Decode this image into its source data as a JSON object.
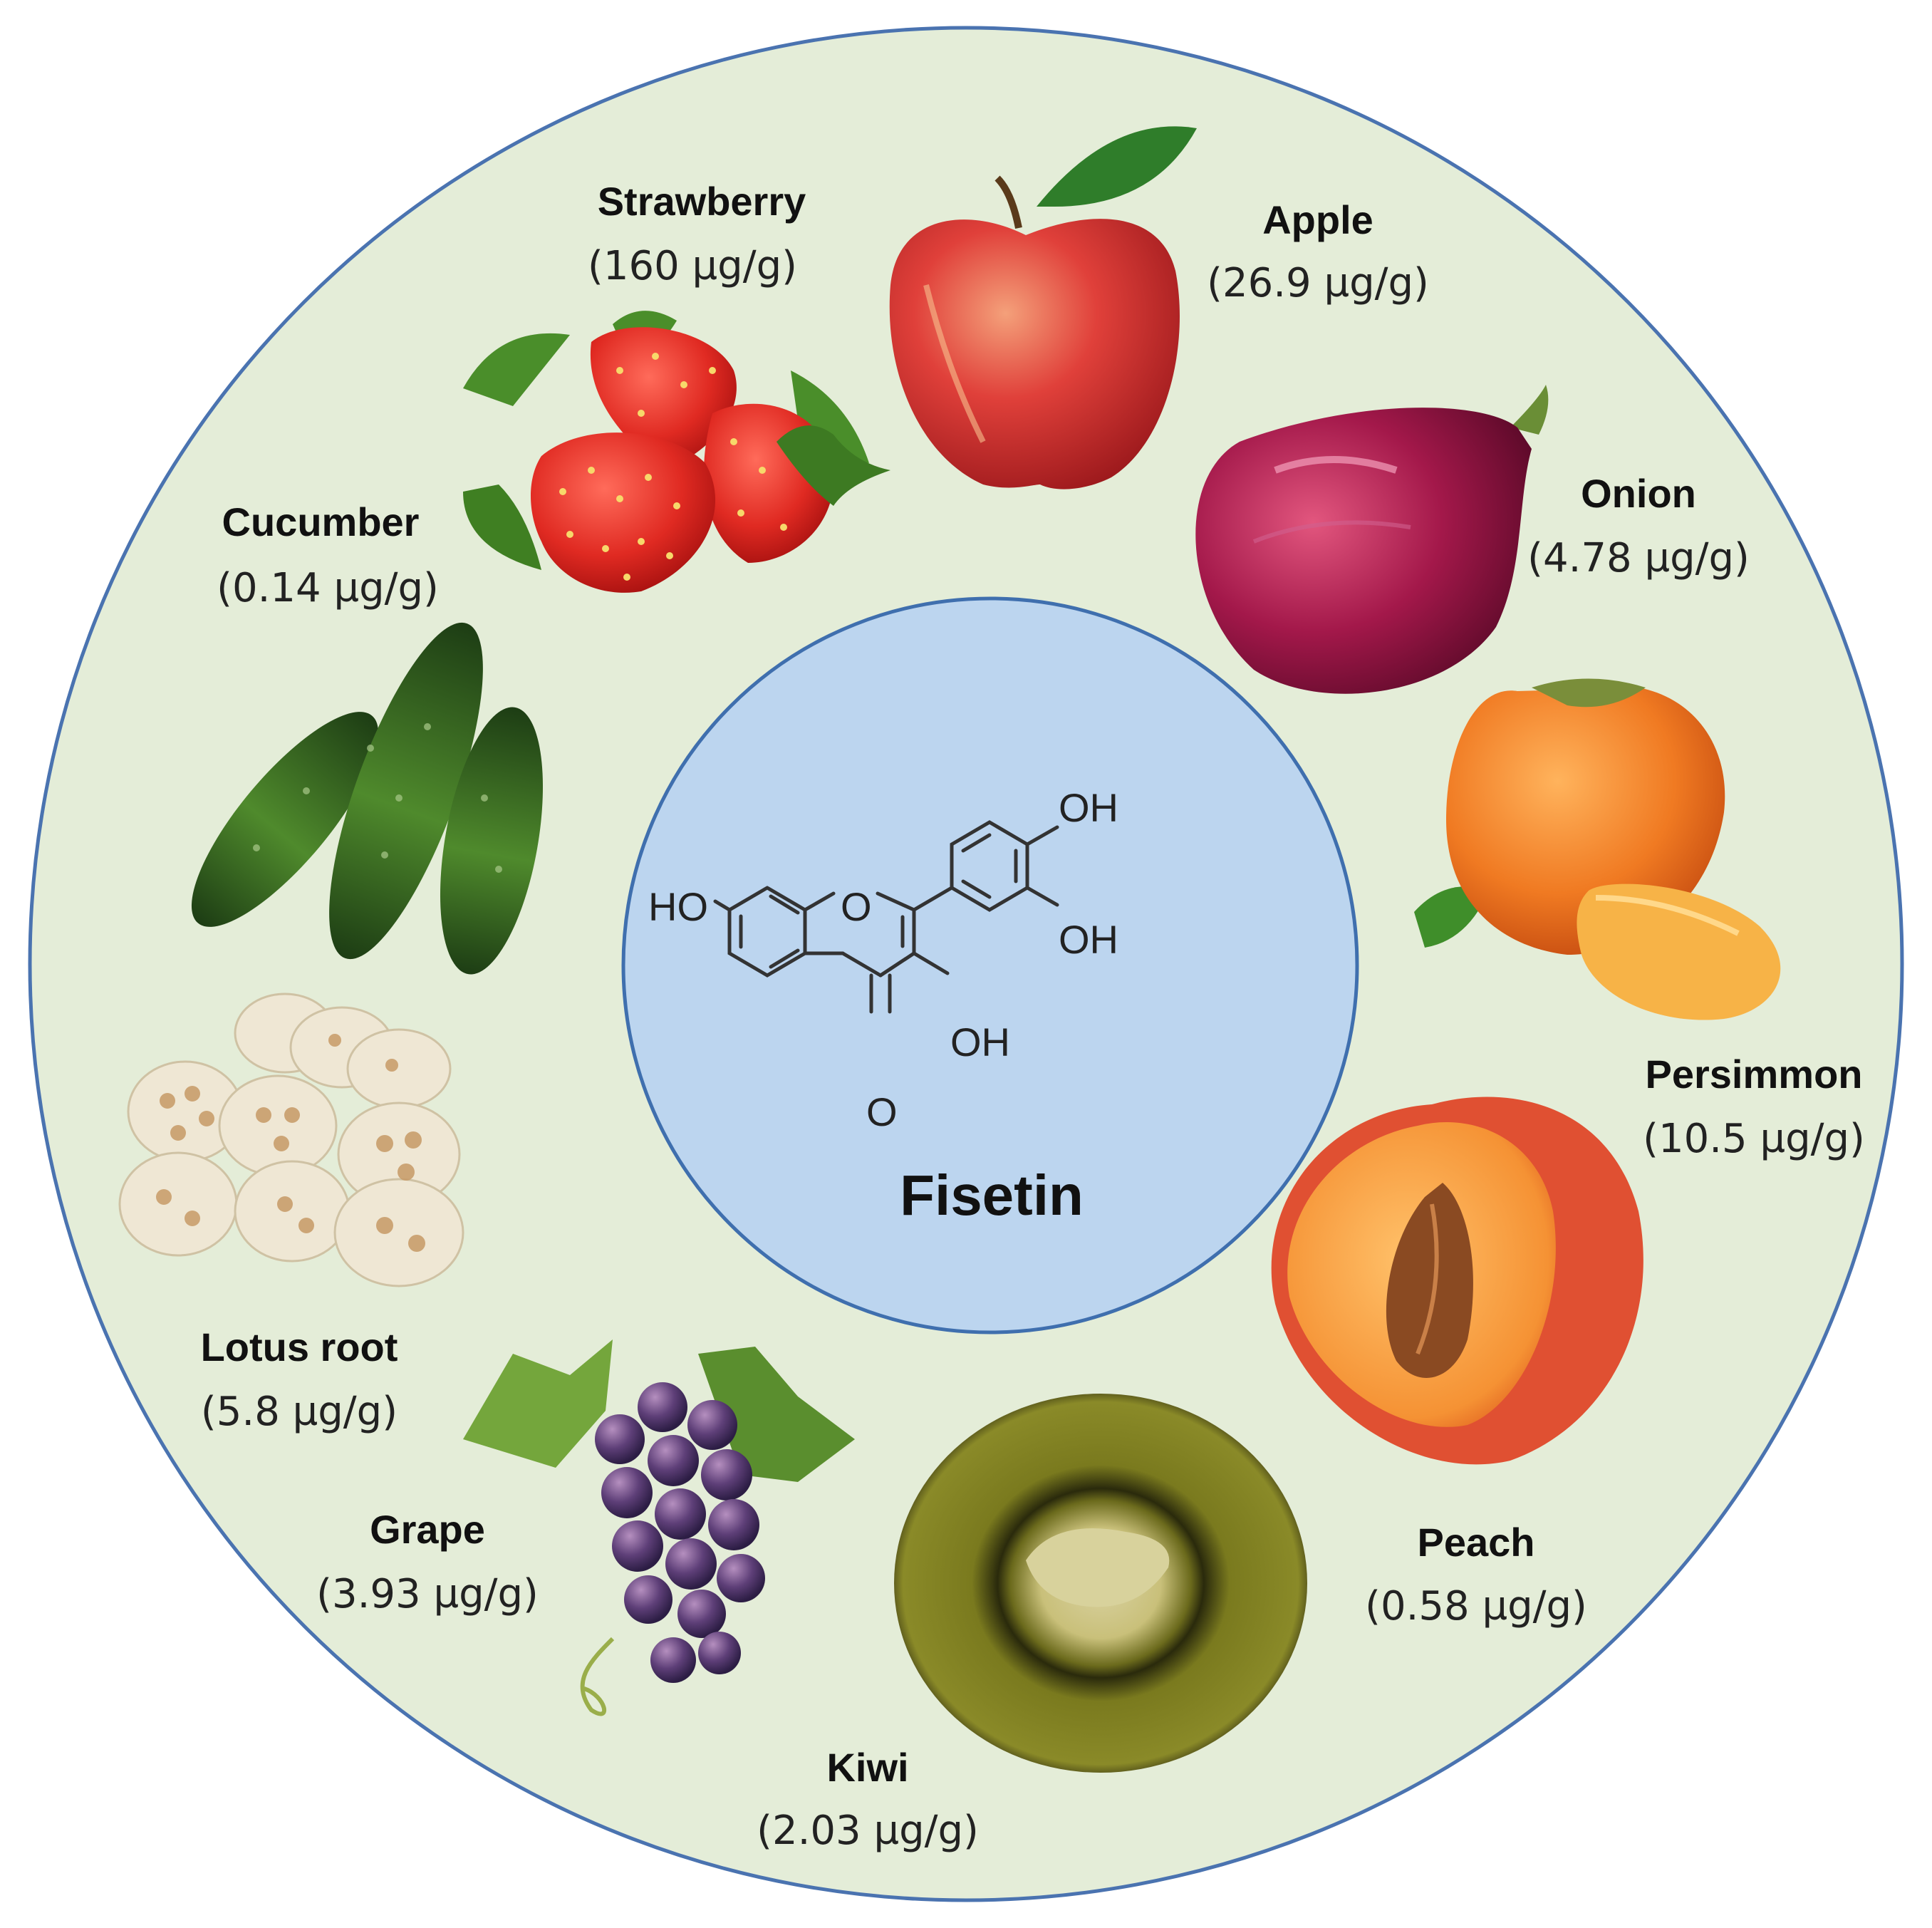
{
  "compound": {
    "name": "Fisetin",
    "atom_labels": {
      "ho_left": "HO",
      "ring_o": "O",
      "oh_top": "OH",
      "oh_mid": "OH",
      "oh_c3": "OH",
      "carbonyl_o": "O"
    }
  },
  "foods": [
    {
      "name": "Strawberry",
      "amount": "(160 µg/g)",
      "icon": "strawberry-icon"
    },
    {
      "name": "Apple",
      "amount": "(26.9 µg/g)",
      "icon": "apple-icon"
    },
    {
      "name": "Onion",
      "amount": "(4.78 µg/g)",
      "icon": "onion-icon"
    },
    {
      "name": "Persimmon",
      "amount": "(10.5 µg/g)",
      "icon": "persimmon-icon"
    },
    {
      "name": "Peach",
      "amount": "(0.58 µg/g)",
      "icon": "peach-icon"
    },
    {
      "name": "Kiwi",
      "amount": "(2.03 µg/g)",
      "icon": "kiwi-icon"
    },
    {
      "name": "Grape",
      "amount": "(3.93 µg/g)",
      "icon": "grape-icon"
    },
    {
      "name": "Lotus root",
      "amount": "(5.8 µg/g)",
      "icon": "lotus-root-icon"
    },
    {
      "name": "Cucumber",
      "amount": "(0.14 µg/g)",
      "icon": "cucumber-icon"
    }
  ],
  "colors": {
    "outer_fill": "#e4edd8",
    "outer_stroke": "#4a73b0",
    "inner_fill": "#bcd5ef",
    "inner_stroke": "#3f6fae"
  }
}
